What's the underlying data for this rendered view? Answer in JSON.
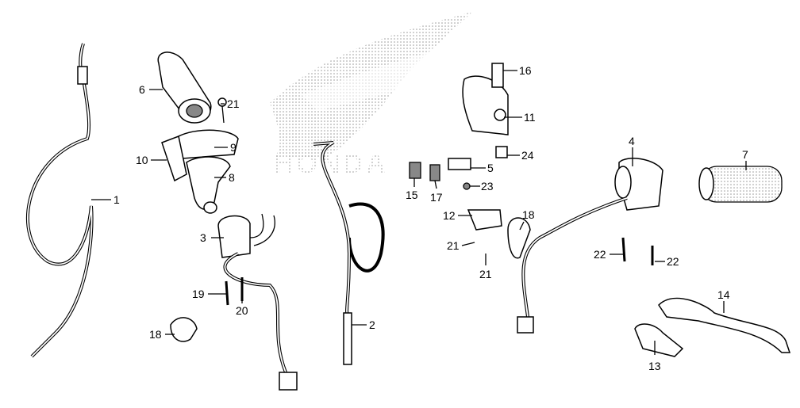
{
  "diagram": {
    "title": "Handle lever / switch / cable parts diagram",
    "watermark": "HONDA",
    "callouts": [
      "1",
      "2",
      "3",
      "4",
      "5",
      "6",
      "7",
      "8",
      "9",
      "10",
      "11",
      "12",
      "13",
      "14",
      "15",
      "16",
      "17",
      "18",
      "18",
      "19",
      "20",
      "21",
      "21",
      "21",
      "22",
      "22",
      "23",
      "24"
    ]
  }
}
